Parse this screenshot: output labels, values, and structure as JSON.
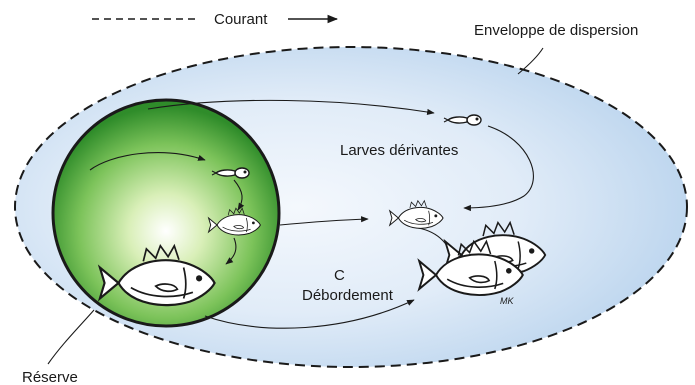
{
  "labels": {
    "current": "Courant",
    "envelope": "Enveloppe de dispersion",
    "larvae": "Larves dérivantes",
    "c_marker": "C",
    "spillover": "Débordement",
    "reserve": "Réserve",
    "signature": "MK"
  },
  "colors": {
    "envelope_fill": "#c9ddf1",
    "envelope_center": "#f4f8fd",
    "reserve_outer": "#3d9a31",
    "reserve_center": "#ffffff",
    "outline": "#1a1a1a"
  },
  "icons": [
    "current-arrow-icon",
    "larva-icon",
    "juvenile-fish-icon",
    "adult-fish-icon"
  ]
}
